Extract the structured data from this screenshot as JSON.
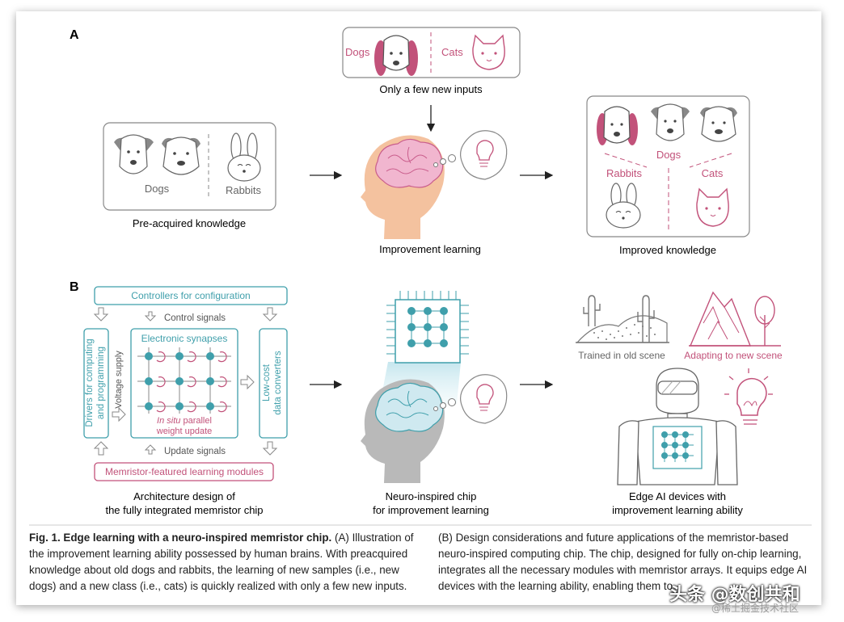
{
  "panel_a": {
    "label": "A",
    "new_inputs": {
      "left": "Dogs",
      "right": "Cats",
      "caption": "Only a few new inputs"
    },
    "pre": {
      "dogs": "Dogs",
      "rabbits": "Rabbits",
      "caption": "Pre-acquired knowledge"
    },
    "brain_caption": "Improvement learning",
    "improved": {
      "dogs": "Dogs",
      "rabbits": "Rabbits",
      "cats": "Cats",
      "caption": "Improved knowledge"
    }
  },
  "panel_b": {
    "label": "B",
    "controllers": "Controllers for configuration",
    "control_signals": "Control signals",
    "drivers_line1": "Drivers for computing",
    "drivers_line2": "and programming",
    "voltage": "Voltage supply",
    "synapses": "Electronic synapses",
    "insitu_em": "In situ",
    "insitu_rest": " parallel",
    "weight_update": "weight update",
    "converters_line1": "Low-cost",
    "converters_line2": "data converters",
    "update_signals": "Update signals",
    "modules": "Memristor-featured learning modules",
    "arch_caption_1": "Architecture design of",
    "arch_caption_2": "the fully integrated memristor chip",
    "chip_caption_1": "Neuro-inspired chip",
    "chip_caption_2": "for improvement learning",
    "old_scene": "Trained in old scene",
    "new_scene": "Adapting to new scene",
    "edge_caption_1": "Edge AI devices with",
    "edge_caption_2": "improvement learning ability"
  },
  "caption": {
    "bold": "Fig. 1. Edge learning with a neuro-inspired memristor chip.",
    "a_tag": " (A)",
    "a_text": " Illustration of the improvement learning ability possessed by human brains. With preacquired knowledge about old dogs and rabbits, the learning of new samples (i.e., new dogs) and a new class (i.e., cats) is quickly realized with only a few new inputs.",
    "b_tag": "(B)",
    "b_text": " Design considerations and future applications of the memristor-based neuro-inspired computing chip. The chip, designed for fully on-chip learning, integrates all the necessary modules with memristor arrays. It equips edge AI devices with the learning ability, enabling them to"
  },
  "watermark": {
    "main": "头条 @数创共和",
    "sub": "@稀土掘金技术社区"
  },
  "colors": {
    "pink": "#c2527a",
    "teal": "#3f9fab",
    "gray": "#8a8a8a",
    "skin": "#f4c29f",
    "brain": "#f1b6cf"
  }
}
